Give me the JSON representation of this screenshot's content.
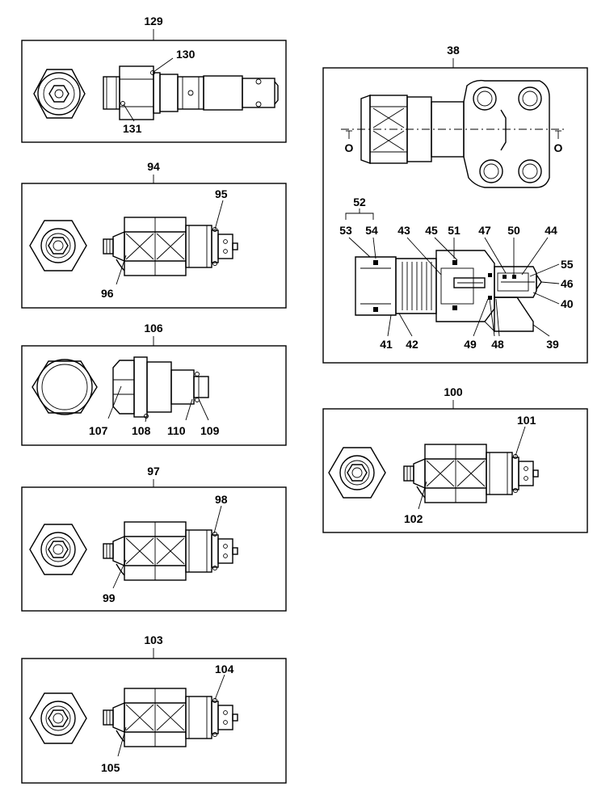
{
  "diagram": {
    "assemblies": [
      {
        "id": "a129",
        "title": "129",
        "labels": [
          "130",
          "131"
        ]
      },
      {
        "id": "a94",
        "title": "94",
        "labels": [
          "95",
          "96"
        ]
      },
      {
        "id": "a106",
        "title": "106",
        "labels": [
          "107",
          "108",
          "110",
          "109"
        ]
      },
      {
        "id": "a97",
        "title": "97",
        "labels": [
          "98",
          "99"
        ]
      },
      {
        "id": "a103",
        "title": "103",
        "labels": [
          "104",
          "105"
        ]
      },
      {
        "id": "a38",
        "title": "38",
        "labels": [
          "52",
          "53",
          "54",
          "43",
          "45",
          "51",
          "47",
          "50",
          "44",
          "55",
          "46",
          "40",
          "41",
          "42",
          "49",
          "48",
          "39"
        ],
        "port_labels": [
          "O",
          "O"
        ]
      },
      {
        "id": "a100",
        "title": "100",
        "labels": [
          "101",
          "102"
        ]
      }
    ]
  }
}
